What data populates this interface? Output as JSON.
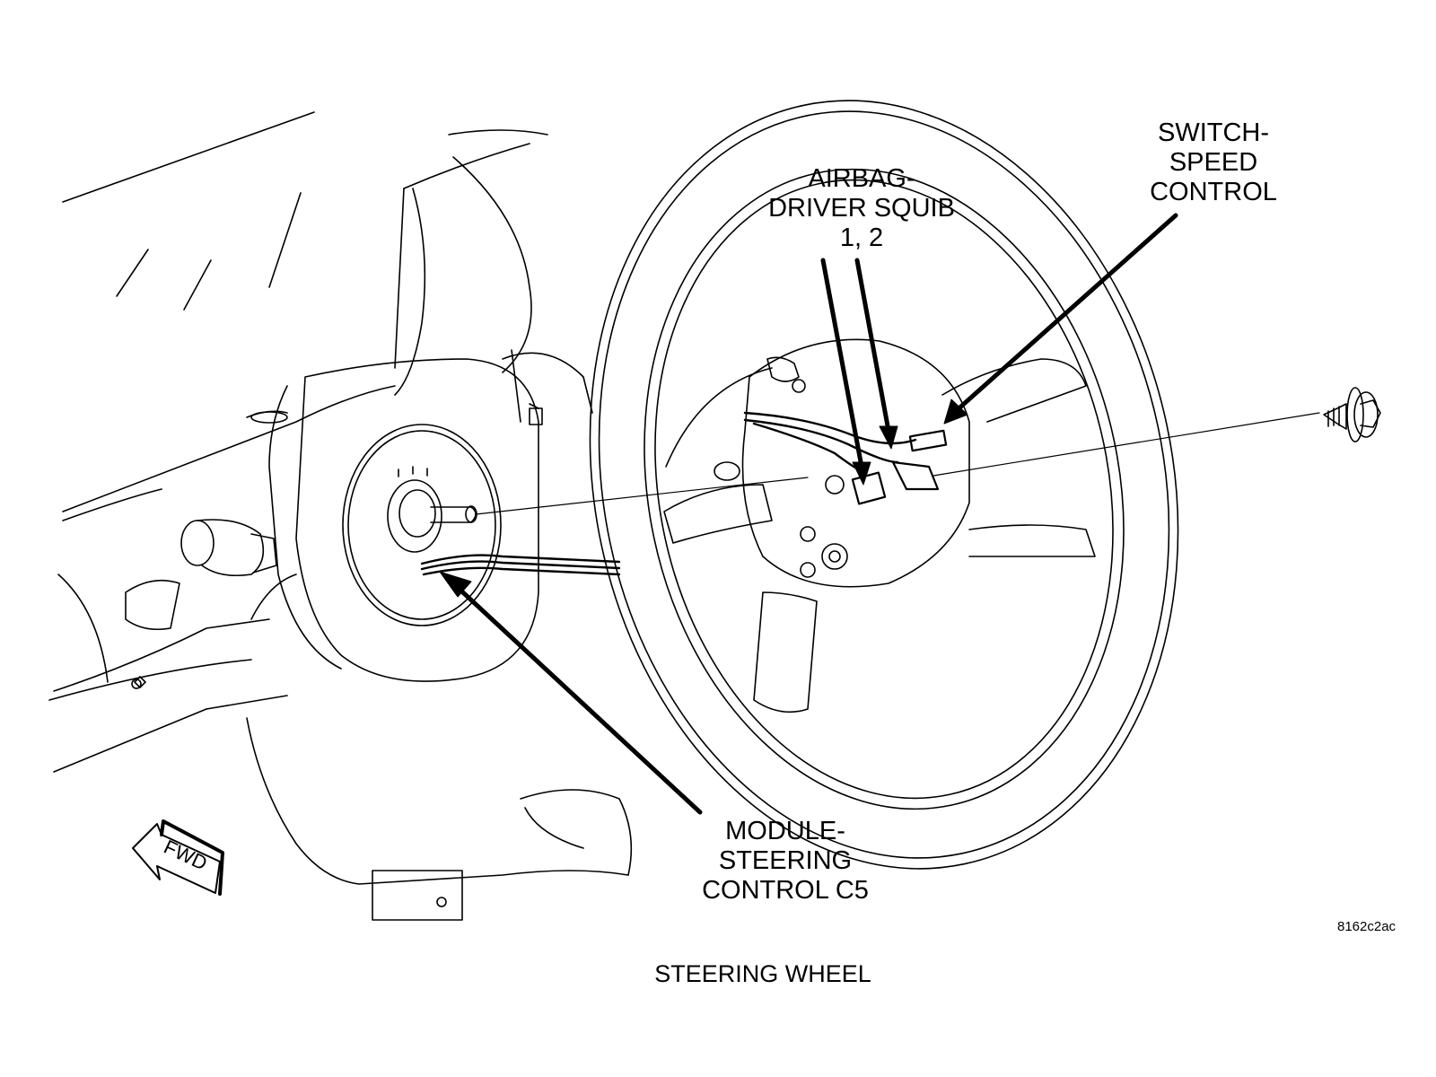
{
  "figure": {
    "title": "STEERING WHEEL",
    "figure_id": "8162c2ac",
    "callouts": {
      "airbag": [
        "AIRBAG-",
        "DRIVER SQUIB",
        "1, 2"
      ],
      "switch": [
        "SWITCH-",
        "SPEED",
        "CONTROL"
      ],
      "module": [
        "MODULE-",
        "STEERING",
        "CONTROL C5"
      ]
    },
    "direction_arrow": {
      "label": "FWD",
      "icon": "forward-arrow-icon"
    },
    "components": [
      "steering-wheel",
      "steering-column",
      "clockspring",
      "wire-harness",
      "connectors",
      "retaining-bolt",
      "instrument-panel"
    ],
    "colors": {
      "line": "#000000",
      "background": "#ffffff"
    }
  }
}
